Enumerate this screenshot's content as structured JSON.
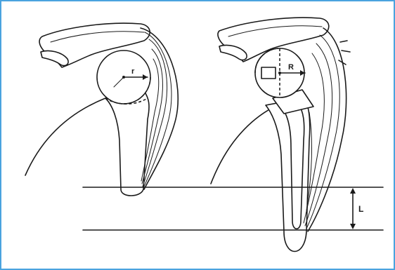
{
  "diagram": {
    "border_color": "#4aa3df",
    "ink_color": "#1a1a1a",
    "labels": {
      "small_radius": "r",
      "large_radius": "R",
      "length": "L"
    }
  }
}
